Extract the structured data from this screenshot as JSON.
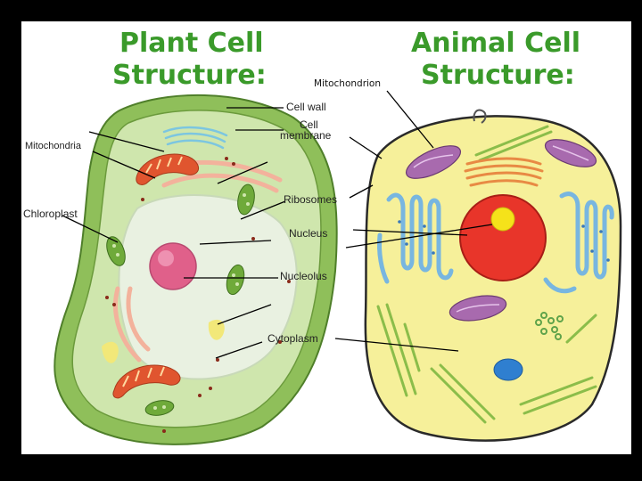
{
  "titles": {
    "plant_line1": "Plant Cell",
    "plant_line2": "Structure:",
    "animal_line1": "Animal Cell",
    "animal_line2": "Structure:"
  },
  "labels": {
    "mitochondrion": "Mitochondrion",
    "cell_wall": "Cell wall",
    "cell_membrane_1": "Cell",
    "cell_membrane_2": "membrane",
    "mitochondria": "Mitochondria",
    "chloroplast": "Chloroplast",
    "ribosomes": "Ribosomes",
    "nucleus": "Nucleus",
    "nucleolus": "Nucleolus",
    "cytoplasm": "Cytoplasm"
  },
  "colors": {
    "title_green": "#3a9a2a",
    "plant_wall": "#8fbf5a",
    "plant_cytoplasm": "#cfe6ad",
    "vacuole": "#e9f1e1",
    "plant_nucleolus": "#e0608a",
    "animal_cytoplasm": "#f6f09a",
    "animal_nucleus": "#e8352a",
    "animal_nucleolus": "#f5e21a",
    "mitochondria": "#e0552f",
    "animal_mitochondria": "#a86aae",
    "chloroplast": "#6faa3a",
    "er": "#78b6e0",
    "golgi": "#e88a44",
    "lysosome": "#2f7fd0"
  }
}
